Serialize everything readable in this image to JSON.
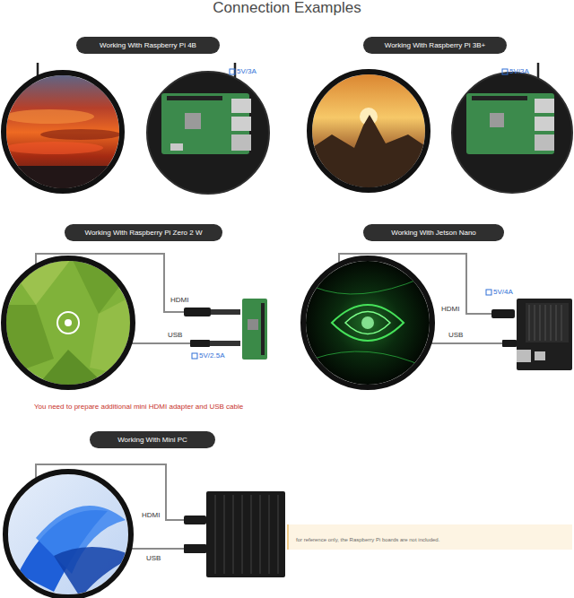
{
  "diagram": {
    "title": "Connection Examples",
    "nodes": [
      {
        "text": [
          "Working With Raspberry Pi 4B"
        ]
      },
      {
        "text": [
          "Working With Raspberry Pi 3B+"
        ]
      },
      {
        "text": [
          "Working With Raspberry Pi Zero 2 W"
        ]
      },
      {
        "text": [
          "Working With Jetson Nano"
        ]
      },
      {
        "text": [
          "Working With Mini PC"
        ]
      },
      {
        "text": [
          "for reference only, the Raspberry Pi boards are not included."
        ]
      }
    ],
    "labels": [
      "5V/3A",
      "5V/3A",
      "HDMI",
      "USB",
      "5V/2.5A",
      "You need to prepare additional mini HDMI adapter and USB cable",
      "5V/4A",
      "HDMI",
      "USB",
      "HDMI",
      "USB"
    ]
  }
}
